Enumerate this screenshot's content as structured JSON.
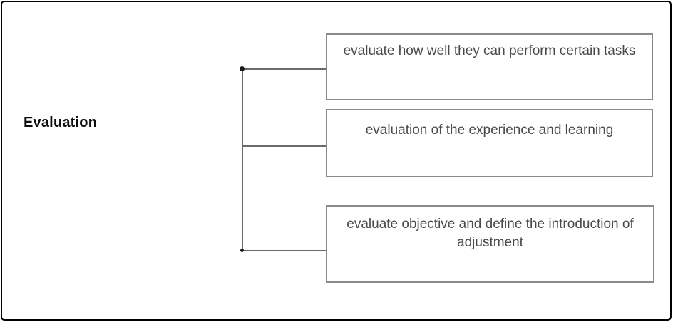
{
  "diagram": {
    "root": {
      "label": "Evaluation"
    },
    "branches": [
      {
        "text": "evaluate how well they can perform certain tasks"
      },
      {
        "text": "evaluation of the experience and learning"
      },
      {
        "text": "evaluate objective and define the introduction of adjustment"
      }
    ],
    "colors": {
      "frame_border": "#000000",
      "box_border": "#8a8a8a",
      "connector_line": "#6b6b6b",
      "box_text": "#4a4a4a",
      "root_label_text": "#0d0d0d",
      "background": "#ffffff"
    }
  }
}
